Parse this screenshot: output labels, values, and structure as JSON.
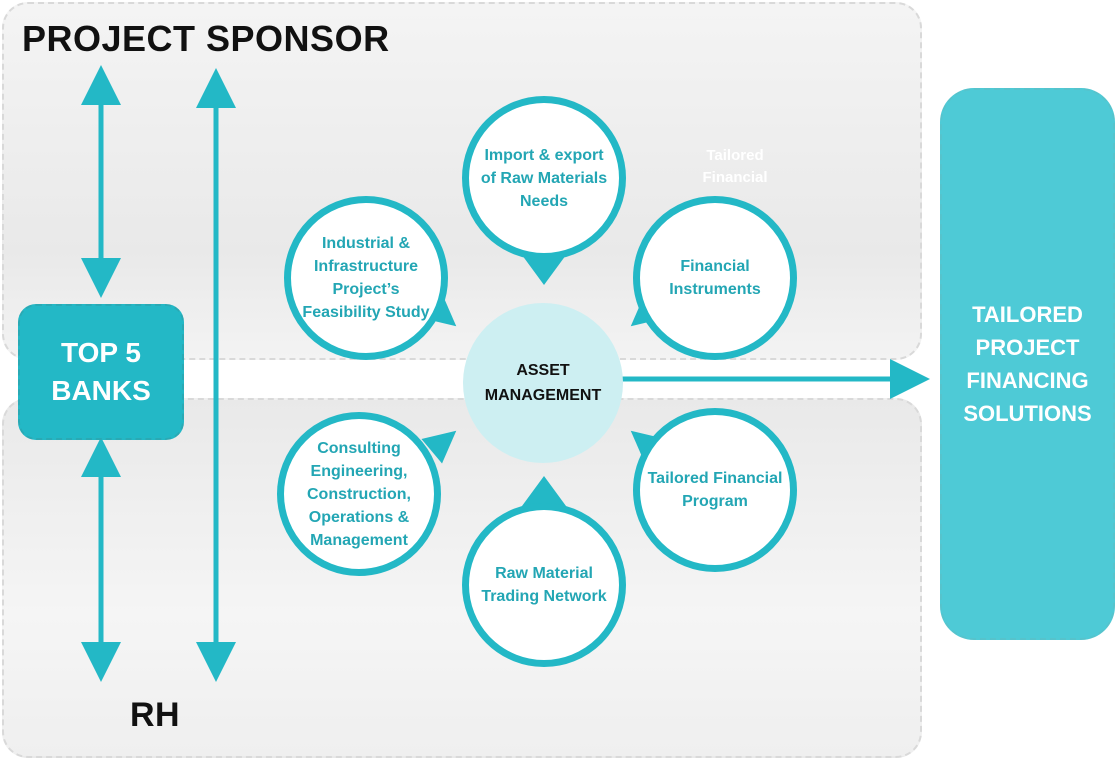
{
  "panels": {
    "top_title": "PROJECT SPONSOR",
    "bottom_title": "RH"
  },
  "left_box": {
    "line1": "TOP 5",
    "line2": "BANKS"
  },
  "right_box": {
    "lines": [
      "TAILORED",
      "PROJECT",
      "FINANCING",
      "SOLUTIONS"
    ]
  },
  "center": {
    "line1": "ASSET",
    "line2": "MANAGEMENT"
  },
  "bubbles": {
    "import_export": "Import & export of Raw Materials Needs",
    "financial_instruments": "Financial Instruments",
    "feasibility": "Industrial & Infrastructure Project’s Feasibility Study",
    "consulting": "Consulting Engineering, Construction, Operations & Management",
    "trading_network": "Raw Material Trading Network",
    "tailored_program": "Tailored Financial Program"
  },
  "ghost_text": "Tailored Financial",
  "colors": {
    "teal": "#23b8c6",
    "teal_light": "#4ecad6",
    "center_fill": "#cdeff2"
  }
}
